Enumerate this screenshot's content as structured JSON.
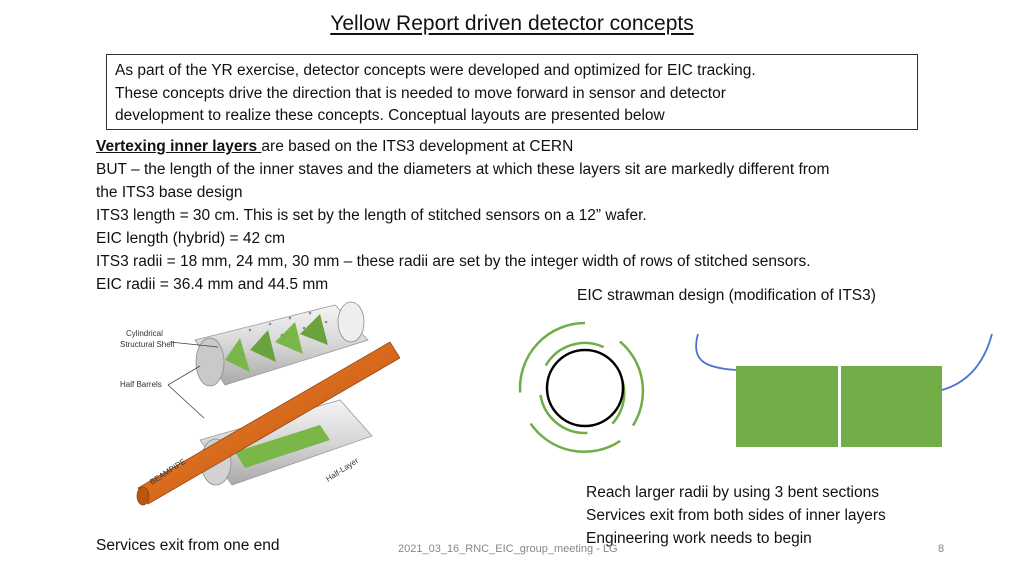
{
  "slide": {
    "title": "Yellow Report driven detector concepts",
    "intro_lines": [
      "As part of the YR exercise, detector concepts were developed and optimized for EIC tracking.",
      "These concepts drive the direction that is needed to move forward in sensor and detector",
      "development to realize these concepts. Conceptual layouts are presented below"
    ],
    "vertexing": {
      "heading": "Vertexing inner layers ",
      "heading_rest": "are based on the ITS3 development at CERN",
      "lines": [
        "BUT – the length of the inner staves and the diameters at which these layers sit are markedly different from",
        "the ITS3 base design",
        "ITS3 length = 30 cm. This is set by the length of stitched sensors on a 12” wafer.",
        "EIC length (hybrid) = 42 cm",
        "ITS3 radii = 18 mm, 24 mm, 30 mm – these radii are set by the integer width of rows of stitched sensors.",
        "EIC radii = 36.4 mm and 44.5 mm"
      ]
    },
    "its3_diagram": {
      "label_shell": [
        "Cylindrical",
        "Structural Shell"
      ],
      "label_half_barrels": "Half Barrels",
      "label_beampipe": "BEAMPIPE",
      "label_half_layer": "Half-Layer"
    },
    "strawman": {
      "title": "EIC strawman design (modification of ITS3)",
      "notes": [
        "Reach larger radii by using 3 bent sections",
        "Services exit from both sides of inner layers",
        "Engineering work needs to begin"
      ]
    },
    "services_one_end": "Services exit from one end",
    "footer": "2021_03_16_RNC_EIC_group_meeting - LG",
    "page_number": "8",
    "colors": {
      "green": "#70ad47",
      "beampipe": "#d86a1c",
      "text": "#111111"
    }
  }
}
